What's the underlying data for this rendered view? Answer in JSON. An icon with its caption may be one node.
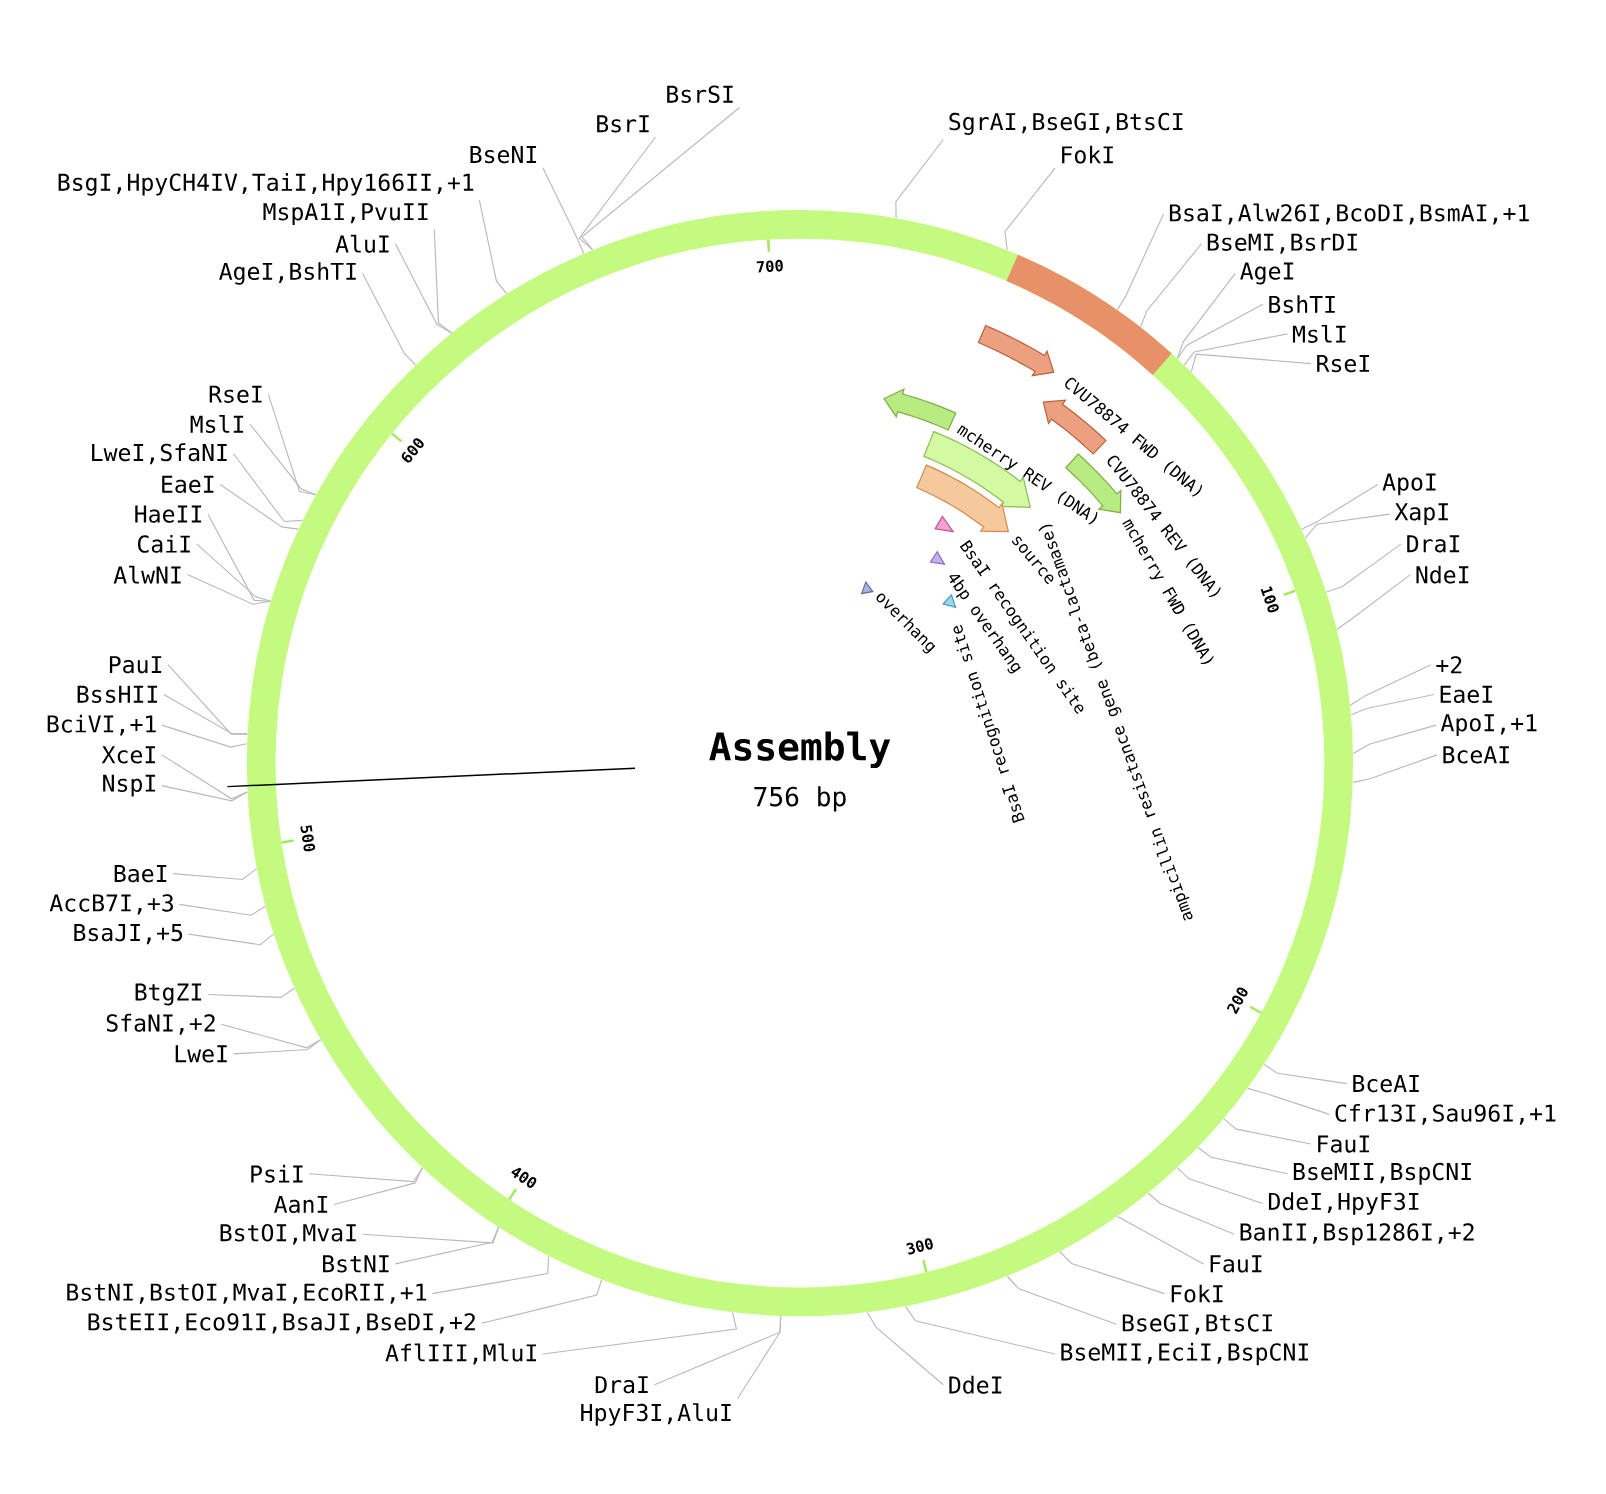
{
  "diagram": {
    "title": "Assembly",
    "nodes": [
      {
        "text": [],
        "shape": "circle"
      },
      {
        "text": [
          "CVU78874 FWD (DNA)"
        ],
        "in": 0
      },
      {
        "text": [
          "CVU78874 REV (DNA)"
        ],
        "in": 0
      },
      {
        "text": [
          "mcherry FWD (DNA)"
        ],
        "in": 0
      },
      {
        "text": [
          "mcherry REV (DNA)"
        ],
        "in": 0
      },
      {
        "text": [
          "ampicillin resistance gene (beta-lactamase)"
        ],
        "in": 0
      },
      {
        "text": [
          "source"
        ],
        "in": 0
      },
      {
        "text": [
          "BsaI recognition site"
        ],
        "in": 0
      },
      {
        "text": [
          "4bp overhang"
        ],
        "in": 0
      },
      {
        "text": [
          "BsaI recognition site"
        ],
        "in": 0
      },
      {
        "text": [
          "overhang"
        ],
        "in": 0
      },
      {
        "text": [
          "SgrAI,BseGI,BtsCI"
        ]
      },
      {
        "text": [
          "FokI"
        ]
      },
      {
        "text": [
          "BsaI,Alw26I,BcoDI,BsmAI,+1"
        ]
      },
      {
        "text": [
          "BseMI,BsrDI"
        ]
      },
      {
        "text": [
          "AgeI"
        ]
      },
      {
        "text": [
          "BshTI"
        ]
      },
      {
        "text": [
          "MslI"
        ]
      },
      {
        "text": [
          "RseI"
        ]
      },
      {
        "text": [
          "ApoI"
        ]
      },
      {
        "text": [
          "XapI"
        ]
      },
      {
        "text": [
          "DraI"
        ]
      },
      {
        "text": [
          "NdeI"
        ]
      },
      {
        "text": [
          "+2"
        ]
      },
      {
        "text": [
          "EaeI"
        ]
      },
      {
        "text": [
          "ApoI,+1"
        ]
      },
      {
        "text": [
          "BceAI"
        ]
      },
      {
        "text": [
          "BceAI"
        ]
      },
      {
        "text": [
          "Cfr13I,Sau96I,+1"
        ]
      },
      {
        "text": [
          "FauI"
        ]
      },
      {
        "text": [
          "BseMII,BspCNI"
        ]
      },
      {
        "text": [
          "DdeI,HpyF3I"
        ]
      },
      {
        "text": [
          "BanII,Bsp1286I,+2"
        ]
      },
      {
        "text": [
          "FauI"
        ]
      },
      {
        "text": [
          "FokI"
        ]
      },
      {
        "text": [
          "BseGI,BtsCI"
        ]
      },
      {
        "text": [
          "BseMII,EciI,BspCNI"
        ]
      },
      {
        "text": [
          "DdeI"
        ]
      },
      {
        "text": [
          "HpyF3I,AluI"
        ]
      },
      {
        "text": [
          "DraI"
        ]
      },
      {
        "text": [
          "AflIII,MluI"
        ]
      },
      {
        "text": [
          "BstEII,Eco91I,BsaJI,BseDI,+2"
        ]
      },
      {
        "text": [
          "BstNI,BstOI,MvaI,EcoRII,+1"
        ]
      },
      {
        "text": [
          "BstNI"
        ]
      },
      {
        "text": [
          "BstOI,MvaI"
        ]
      },
      {
        "text": [
          "AanI"
        ]
      },
      {
        "text": [
          "PsiI"
        ]
      },
      {
        "text": [
          "LweI"
        ]
      },
      {
        "text": [
          "SfaNI,+2"
        ]
      },
      {
        "text": [
          "BtgZI"
        ]
      },
      {
        "text": [
          "BsaJI,+5"
        ]
      },
      {
        "text": [
          "AccB7I,+3"
        ]
      },
      {
        "text": [
          "BaeI"
        ]
      },
      {
        "text": [
          "NspI"
        ]
      },
      {
        "text": [
          "XceI"
        ]
      },
      {
        "text": [
          "BciVI,+1"
        ]
      },
      {
        "text": [
          "BssHII"
        ]
      },
      {
        "text": [
          "PauI"
        ]
      },
      {
        "text": [
          "AlwNI"
        ]
      },
      {
        "text": [
          "CaiI"
        ]
      },
      {
        "text": [
          "HaeII"
        ]
      },
      {
        "text": [
          "EaeI"
        ]
      },
      {
        "text": [
          "LweI,SfaNI"
        ]
      },
      {
        "text": [
          "MslI"
        ]
      },
      {
        "text": [
          "RseI"
        ]
      },
      {
        "text": [
          "AgeI,BshTI"
        ]
      },
      {
        "text": [
          "AluI"
        ]
      },
      {
        "text": [
          "MspA1I,PvuII"
        ]
      },
      {
        "text": [
          "BsgI,HpyCH4IV,TaiI,Hpy166II,+1"
        ]
      },
      {
        "text": [
          "BseNI"
        ]
      },
      {
        "text": [
          "BsrI"
        ]
      },
      {
        "text": [
          "BsrSI"
        ]
      }
    ],
    "edges": [
      {
        "from": 11,
        "to": 0,
        "arrow": "none"
      },
      {
        "from": 12,
        "to": 0,
        "arrow": "none"
      },
      {
        "from": 13,
        "to": 0,
        "arrow": "none"
      },
      {
        "from": 14,
        "to": 0,
        "arrow": "none"
      },
      {
        "from": 15,
        "to": 0,
        "arrow": "none"
      },
      {
        "from": 16,
        "to": 0,
        "arrow": "none"
      },
      {
        "from": 17,
        "to": 0,
        "arrow": "none"
      },
      {
        "from": 18,
        "to": 0,
        "arrow": "none"
      },
      {
        "from": 19,
        "to": 0,
        "arrow": "none"
      },
      {
        "from": 20,
        "to": 0,
        "arrow": "none"
      },
      {
        "from": 21,
        "to": 0,
        "arrow": "none"
      },
      {
        "from": 22,
        "to": 0,
        "arrow": "none"
      },
      {
        "from": 23,
        "to": 0,
        "arrow": "none"
      },
      {
        "from": 24,
        "to": 0,
        "arrow": "none"
      },
      {
        "from": 25,
        "to": 0,
        "arrow": "none"
      },
      {
        "from": 26,
        "to": 0,
        "arrow": "none"
      },
      {
        "from": 27,
        "to": 0,
        "arrow": "none"
      },
      {
        "from": 28,
        "to": 0,
        "arrow": "none"
      },
      {
        "from": 29,
        "to": 0,
        "arrow": "none"
      },
      {
        "from": 30,
        "to": 0,
        "arrow": "none"
      },
      {
        "from": 31,
        "to": 0,
        "arrow": "none"
      },
      {
        "from": 32,
        "to": 0,
        "arrow": "none"
      },
      {
        "from": 33,
        "to": 0,
        "arrow": "none"
      },
      {
        "from": 34,
        "to": 0,
        "arrow": "none"
      },
      {
        "from": 35,
        "to": 0,
        "arrow": "none"
      },
      {
        "from": 36,
        "to": 0,
        "arrow": "none"
      },
      {
        "from": 37,
        "to": 0,
        "arrow": "none"
      },
      {
        "from": 38,
        "to": 0,
        "arrow": "none"
      },
      {
        "from": 39,
        "to": 0,
        "arrow": "none"
      },
      {
        "from": 40,
        "to": 0,
        "arrow": "none"
      },
      {
        "from": 41,
        "to": 0,
        "arrow": "none"
      },
      {
        "from": 42,
        "to": 0,
        "arrow": "none"
      },
      {
        "from": 43,
        "to": 0,
        "arrow": "none"
      },
      {
        "from": 44,
        "to": 0,
        "arrow": "none"
      },
      {
        "from": 45,
        "to": 0,
        "arrow": "none"
      },
      {
        "from": 46,
        "to": 0,
        "arrow": "none"
      },
      {
        "from": 47,
        "to": 0,
        "arrow": "none"
      },
      {
        "from": 48,
        "to": 0,
        "arrow": "none"
      },
      {
        "from": 49,
        "to": 0,
        "arrow": "none"
      },
      {
        "from": 50,
        "to": 0,
        "arrow": "none"
      },
      {
        "from": 51,
        "to": 0,
        "arrow": "none"
      },
      {
        "from": 52,
        "to": 0,
        "arrow": "none"
      },
      {
        "from": 53,
        "to": 0,
        "arrow": "none"
      },
      {
        "from": 54,
        "to": 0,
        "arrow": "none"
      },
      {
        "from": 55,
        "to": 0,
        "arrow": "none"
      },
      {
        "from": 56,
        "to": 0,
        "arrow": "none"
      },
      {
        "from": 57,
        "to": 0,
        "arrow": "none"
      },
      {
        "from": 58,
        "to": 0,
        "arrow": "none"
      },
      {
        "from": 59,
        "to": 0,
        "arrow": "none"
      },
      {
        "from": 60,
        "to": 0,
        "arrow": "none"
      },
      {
        "from": 61,
        "to": 0,
        "arrow": "none"
      },
      {
        "from": 62,
        "to": 0,
        "arrow": "none"
      },
      {
        "from": 63,
        "to": 0,
        "arrow": "none"
      },
      {
        "from": 64,
        "to": 0,
        "arrow": "none"
      },
      {
        "from": 65,
        "to": 0,
        "arrow": "none"
      },
      {
        "from": 66,
        "to": 0,
        "arrow": "none"
      },
      {
        "from": 67,
        "to": 0,
        "arrow": "none"
      },
      {
        "from": 68,
        "to": 0,
        "arrow": "none"
      },
      {
        "from": 69,
        "to": 0,
        "arrow": "none"
      },
      {
        "from": 70,
        "to": 0,
        "arrow": "none"
      },
      {
        "from": 71,
        "to": 0,
        "arrow": "none"
      }
    ],
    "labels": [
      "756 bp",
      "100",
      "200",
      "300",
      "400",
      "500",
      "600",
      "700"
    ]
  }
}
